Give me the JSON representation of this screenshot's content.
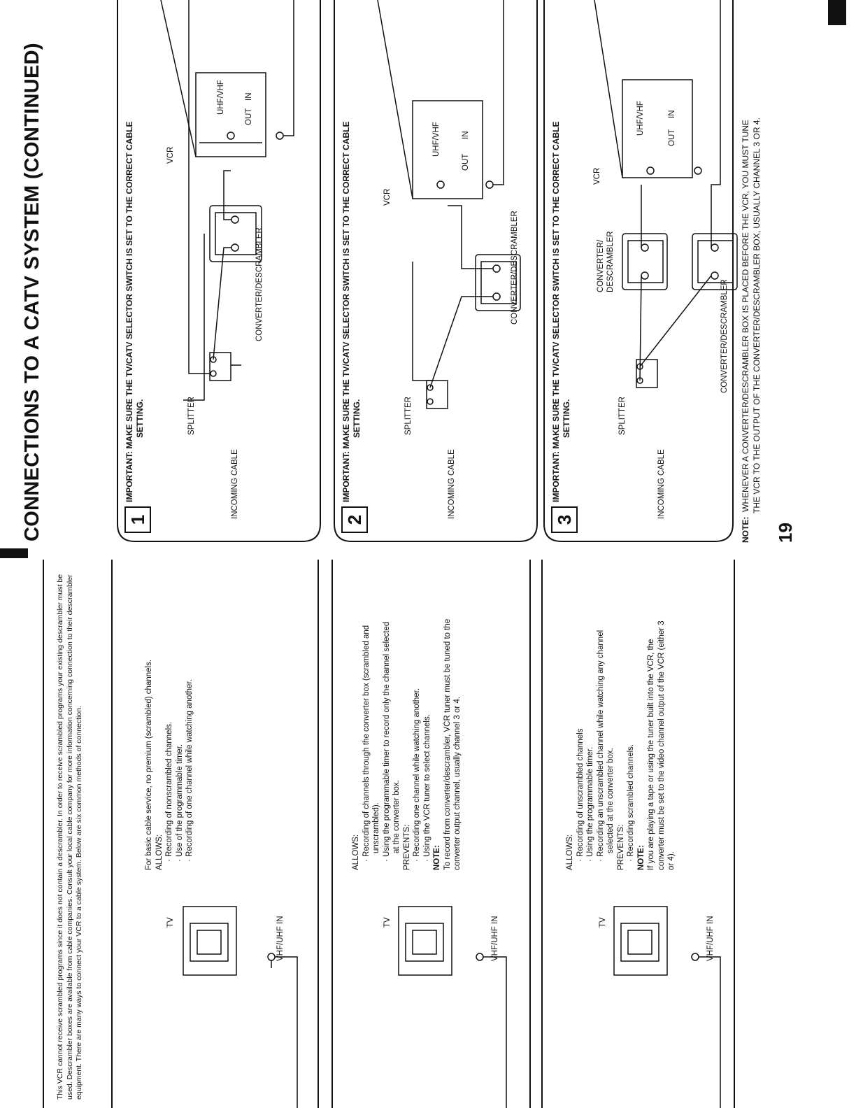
{
  "page": {
    "title": "CONNECTIONS TO A CATV SYSTEM (CONTINUED)",
    "page_number": "19",
    "intro": "This VCR cannot receive scrambled programs since it does not contain a descrambler. In order to receive scrambled programs your existing descrambler must be used. Descrambler boxes are available from cable companies. Consult your local cable company for more information concerning connection to their descrambler equipment. There are many ways to connect your VCR to a cable system. Below are six common methods of connection.",
    "note_label": "NOTE:",
    "note_line1": "WHENEVER A CONVERTER/DESCRAMBLER BOX IS PLACED BEFORE THE VCR, YOU MUST TUNE",
    "note_line2": "THE VCR TO THE OUTPUT OF THE CONVERTER/DESCRAMBLER BOX, USUALLY CHANNEL 3 OR 4."
  },
  "labels": {
    "tv": "TV",
    "tv_input": "VHF/UHF IN",
    "vcr": "VCR",
    "uhf_vhf": "UHF/VHF",
    "in": "IN",
    "out": "OUT",
    "splitter": "SPLITTER",
    "incoming_cable": "INCOMING CABLE",
    "converter": "CONVERTER/DESCRAMBLER",
    "converter_l1": "CONVERTER/",
    "converter_l2": "DESCRAMBLER"
  },
  "methods": [
    {
      "number": "1",
      "important_line1": "IMPORTANT: MAKE SURE THE TV/CATV SELECTOR SWITCH IS SET TO THE CORRECT CABLE",
      "important_line2": "SETTING.",
      "lines": [
        "For basic cable service, no premium (scrambled) channels.",
        "ALLOWS:",
        "· Recording of nonscrambled channels.",
        "· Use of the programmable timer.",
        "· Recording of one channel while watching another."
      ]
    },
    {
      "number": "2",
      "important_line1": "IMPORTANT: MAKE SURE THE TV/CATV SELECTOR SWITCH IS SET TO THE CORRECT CABLE",
      "important_line2": "SETTING.",
      "lines": [
        "ALLOWS:",
        "· Recording of channels through the converter box (scrambled and",
        "unscrambled).",
        "· Using the programmable timer to record only the channel selected",
        "at the converter box.",
        "PREVENTS:",
        "· Recording one channel while watching another.",
        "· Using the VCR tuner to select channels.",
        "NOTE:",
        "To record from converter/descrambler, VCR tuner must be tuned to the",
        "converter output channel, usually channel 3 or 4."
      ]
    },
    {
      "number": "3",
      "important_line1": "IMPORTANT: MAKE SURE THE TV/CATV SELECTOR SWITCH IS SET TO THE CORRECT CABLE",
      "important_line2": "SETTING.",
      "lines": [
        "ALLOWS:",
        "· Recording of unscrambled channels",
        "· Using the programmable timer.",
        "· Recording an unscrambled channel while watching any channel",
        "selected at the converter box.",
        "PREVENTS:",
        "· Recording scrambled channels.",
        "NOTE:",
        "If you are playing a tape or using the tuner built into the VCR, the",
        "converter must be set to the video channel output of the VCR (either 3",
        "or 4)."
      ]
    }
  ]
}
